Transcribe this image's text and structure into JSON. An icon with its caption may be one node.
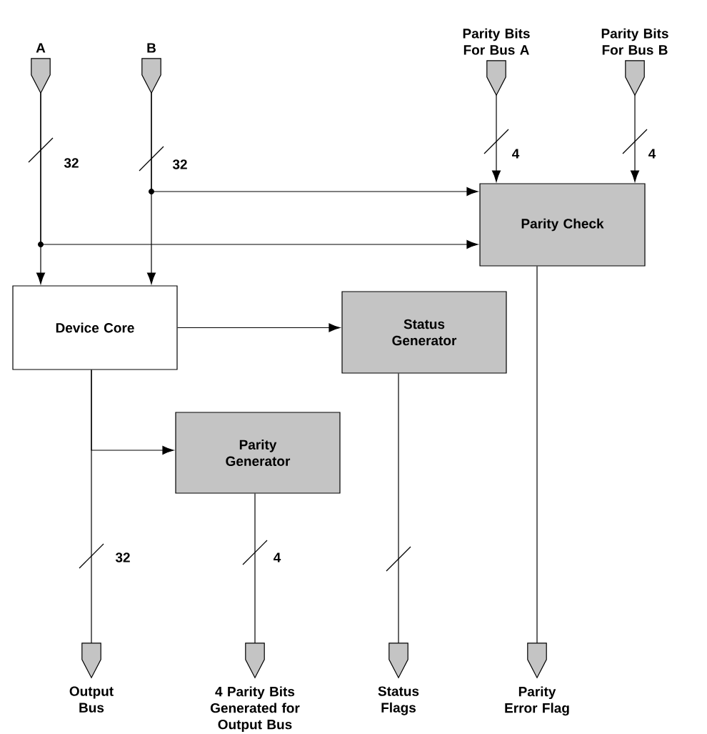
{
  "diagram": {
    "nodes": [
      {
        "text": [
          "A"
        ]
      },
      {
        "text": [
          "B"
        ]
      },
      {
        "text": [
          "Parity Bits For Bus A"
        ]
      },
      {
        "text": [
          "Parity Bits For Bus B"
        ]
      },
      {
        "text": [
          "Parity Check"
        ]
      },
      {
        "text": [
          "Device Core"
        ]
      },
      {
        "text": [
          "Status Generator"
        ]
      },
      {
        "text": [
          "Parity Generator"
        ]
      },
      {
        "text": [
          "Output Bus"
        ]
      },
      {
        "text": [
          "4 Parity Bits Generated for Output Bus"
        ]
      },
      {
        "text": [
          "Status Flags"
        ]
      },
      {
        "text": [
          "Parity Error Flag"
        ]
      }
    ],
    "edges": [
      {
        "from": 0,
        "to": 5,
        "arrow": "to",
        "label": "32"
      },
      {
        "from": 0,
        "to": 4,
        "arrow": "to"
      },
      {
        "from": 1,
        "to": 5,
        "arrow": "to",
        "label": "32"
      },
      {
        "from": 1,
        "to": 4,
        "arrow": "to"
      },
      {
        "from": 2,
        "to": 4,
        "arrow": "to",
        "label": "4"
      },
      {
        "from": 3,
        "to": 4,
        "arrow": "to",
        "label": "4"
      },
      {
        "from": 5,
        "to": 6,
        "arrow": "to"
      },
      {
        "from": 5,
        "to": 7,
        "arrow": "to"
      },
      {
        "from": 5,
        "to": 8,
        "arrow": "none",
        "label": "32"
      },
      {
        "from": 7,
        "to": 9,
        "arrow": "none",
        "label": "4"
      },
      {
        "from": 6,
        "to": 10,
        "arrow": "none"
      },
      {
        "from": 4,
        "to": 11,
        "arrow": "none"
      }
    ]
  }
}
